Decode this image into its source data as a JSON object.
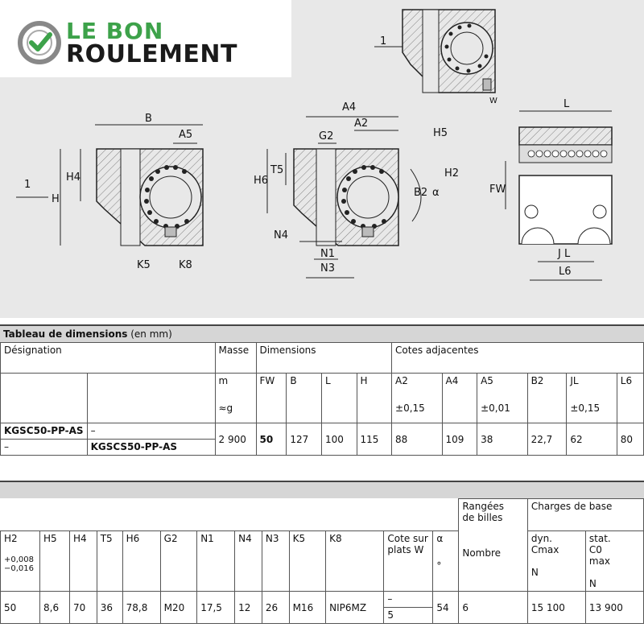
{
  "logo": {
    "line1": "LE BON",
    "line2": "ROULEMENT"
  },
  "drawing_labels": {
    "B": "B",
    "A5": "A5",
    "H4": "H4",
    "H": "H",
    "one_left": "1",
    "K5": "K5",
    "K8": "K8",
    "A4": "A4",
    "A2": "A2",
    "G2": "G2",
    "H5": "H5",
    "T5": "T5",
    "H6": "H6",
    "B2": "B2",
    "alpha": "α",
    "H2": "H2",
    "N4": "N4",
    "N1": "N1",
    "N3": "N3",
    "L": "L",
    "FW": "FW",
    "JL": "J L",
    "L6": "L6",
    "one_top": "1",
    "W": "W"
  },
  "table1": {
    "title": "Tableau de dimensions",
    "title_unit": "(en mm)",
    "col_designation": "Désignation",
    "col_masse": "Masse",
    "col_dimensions": "Dimensions",
    "col_cotes": "Cotes adjacentes",
    "masse_unit": "m",
    "masse_approx": "≈g",
    "dim_headers": [
      "FW",
      "B",
      "L",
      "H"
    ],
    "cote_headers": [
      "A2",
      "A4",
      "A5",
      "B2",
      "JL",
      "L6"
    ],
    "tolerances": {
      "A2": "±0,15",
      "A5": "±0,01",
      "JL": "±0,15"
    },
    "row1_des1": "KGSC50-PP-AS",
    "row1_des2": "–",
    "row2_des1": "–",
    "row2_des2": "KGSCS50-PP-AS",
    "values": {
      "masse": "2 900",
      "FW": "50",
      "B": "127",
      "L": "100",
      "H": "115",
      "A2": "88",
      "A4": "109",
      "A5": "38",
      "B2": "22,7",
      "JL": "62",
      "L6": "80"
    }
  },
  "table2": {
    "headers": [
      "H2",
      "H5",
      "H4",
      "T5",
      "H6",
      "G2",
      "N1",
      "N4",
      "N3",
      "K5",
      "K8"
    ],
    "h2_tol_plus": "+0,008",
    "h2_tol_minus": "−0,016",
    "cote_plats": "Cote sur plats W",
    "alpha": "α",
    "degree": "°",
    "rangees": "Rangées de billes",
    "nombre": "Nombre",
    "charges": "Charges de base",
    "dyn": "dyn. Cmax",
    "stat": "stat. C0 max",
    "unit_N": "N",
    "values": [
      "50",
      "8,6",
      "70",
      "36",
      "78,8",
      "M20",
      "17,5",
      "12",
      "26",
      "M16",
      "NIP6MZ"
    ],
    "w_dash": "–",
    "w_val": "5",
    "alpha_val": "54",
    "nombre_val": "6",
    "dyn_val": "15 100",
    "stat_val": "13 900"
  }
}
